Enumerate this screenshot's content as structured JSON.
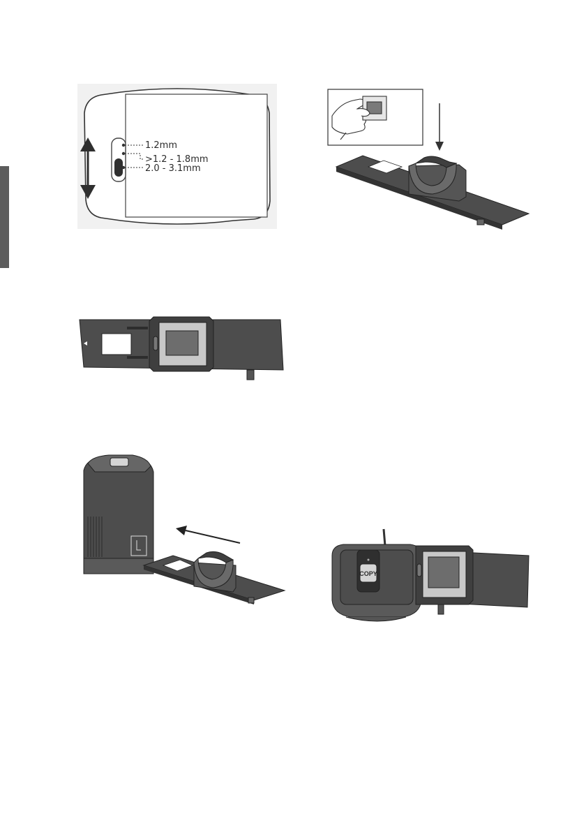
{
  "figure1": {
    "thickness_labels": [
      "1.2mm",
      ">1.2 - 1.8mm",
      "2.0 - 3.1mm"
    ]
  },
  "figure6": {
    "button_label": "COPY"
  },
  "colors": {
    "tray": "#4d4d4d",
    "tray_dark": "#3a3a3a",
    "slide_frame": "#c8c8c8",
    "background_panel": "#f1f1f1"
  }
}
